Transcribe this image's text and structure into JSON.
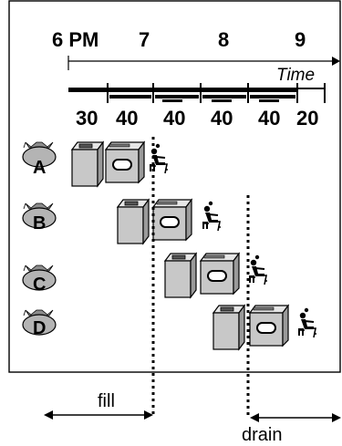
{
  "clock_labels": [
    "6 PM",
    "7",
    "8",
    "9"
  ],
  "time_axis_label": "Time",
  "stage_durations": [
    "30",
    "40",
    "40",
    "40",
    "40",
    "20"
  ],
  "loads": [
    "A",
    "B",
    "C",
    "D"
  ],
  "phase_labels": {
    "fill": "fill",
    "drain": "drain"
  },
  "colors": {
    "frame": "#000000",
    "machine_fill": "#c8c8c8",
    "machine_top": "#e6e6e6",
    "bag_fill": "#b4b4b4",
    "ink": "#000000"
  },
  "icons": {
    "washer": "washer-icon",
    "dryer": "dryer-icon",
    "folder": "folder-person-icon",
    "bag": "laundry-bag-icon"
  }
}
